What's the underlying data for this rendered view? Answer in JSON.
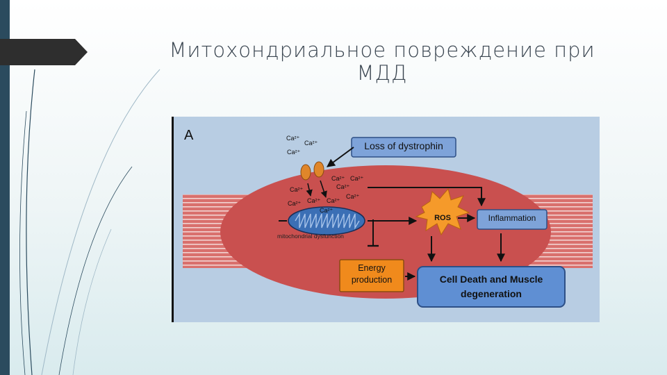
{
  "slide": {
    "title_line1": "Митохондриальное повреждение при",
    "title_line2": "МДД"
  },
  "figure": {
    "panel_letter": "A",
    "labels": {
      "loss_of_dystrophin": "Loss of dystrophin",
      "ros": "ROS",
      "inflammation": "Inflammation",
      "energy_line1": "Energy",
      "energy_line2": "production",
      "cell_death_line1": "Cell Death and Muscle",
      "cell_death_line2": "degeneration",
      "mito_dysfunction": "mitochondrial dysfunction"
    },
    "ions": [
      "Ca²⁺",
      "Ca²⁺",
      "Ca²⁺",
      "Ca²⁺",
      "Ca²⁺",
      "Ca²⁺",
      "Ca²⁺",
      "Ca²⁺",
      "Ca²⁺",
      "Ca²⁺",
      "Ca²⁺",
      "Ca²⁺"
    ],
    "colors": {
      "cell": "#c9504f",
      "fibers": "#d9706d",
      "blue_box": "#7ea3d9",
      "orange_box": "#f08a1c",
      "ros_burst": "#f59a2a",
      "mito": "#3b6fb5"
    }
  }
}
